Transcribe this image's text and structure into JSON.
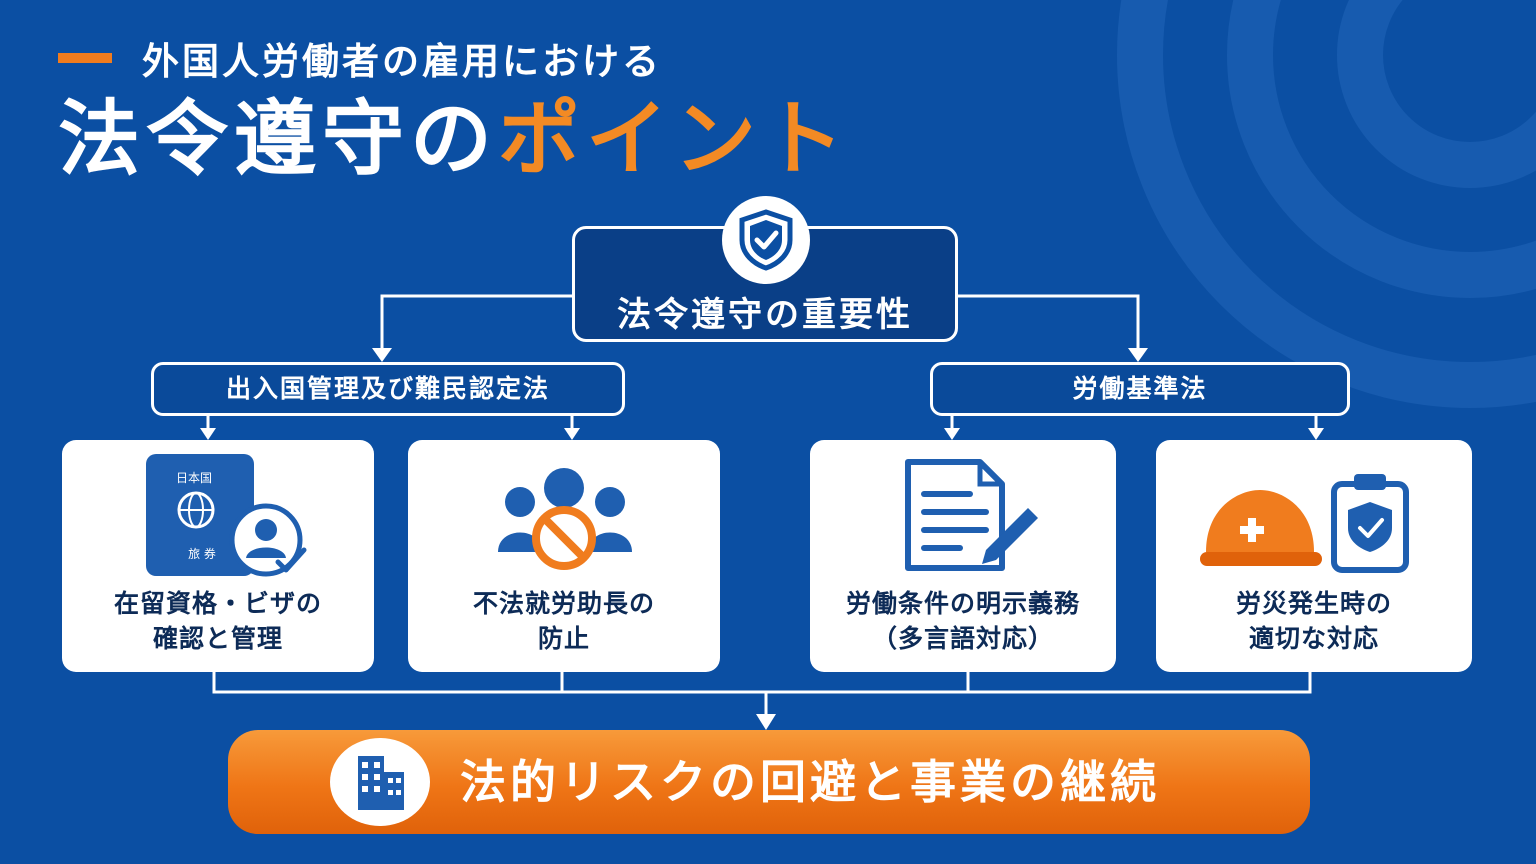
{
  "colors": {
    "background": "#0b4fa3",
    "accent_orange": "#f38a24",
    "box_dark": "#0a3f87",
    "card_white": "#ffffff",
    "text_dark": "#0d2b57",
    "icon_blue": "#1f5fb0"
  },
  "header": {
    "subtitle": "外国人労働者の雇用における",
    "title_main": "法令遵守の",
    "title_accent": "ポイント"
  },
  "root": {
    "label": "法令遵守の重要性",
    "icon": "shield-check-icon"
  },
  "laws": [
    {
      "label": "出入国管理及び難民認定法"
    },
    {
      "label": "労働基準法"
    }
  ],
  "cards": [
    {
      "lines": [
        "在留資格・ビザの",
        "確認と管理"
      ],
      "icon": "passport-icon",
      "passport_text": [
        "日本国",
        "旅 券"
      ]
    },
    {
      "lines": [
        "不法就労助長の",
        "防止"
      ],
      "icon": "prohibited-group-icon"
    },
    {
      "lines": [
        "労働条件の明示義務",
        "（多言語対応）"
      ],
      "icon": "document-pen-icon"
    },
    {
      "lines": [
        "労災発生時の",
        "適切な対応"
      ],
      "icon": "helmet-clipboard-icon"
    }
  ],
  "result": {
    "label": "法的リスクの回避と事業の継続",
    "icon": "building-icon"
  }
}
